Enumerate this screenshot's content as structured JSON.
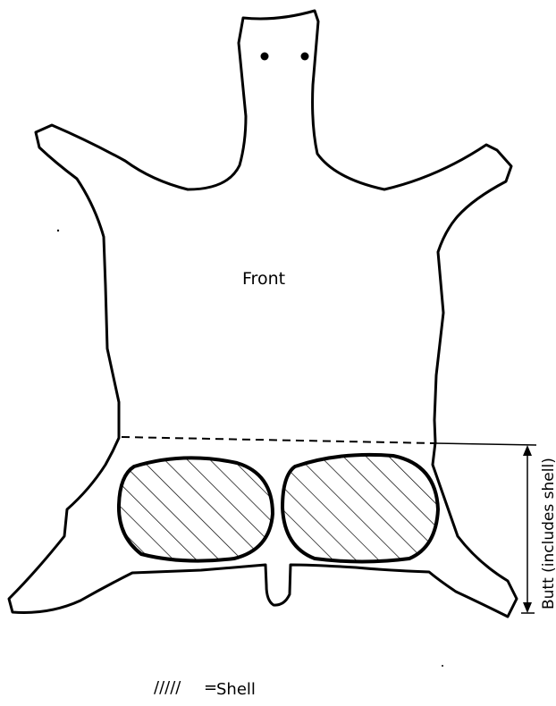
{
  "diagram": {
    "region_label": "Front",
    "butt_label": "Butt (includes shell)",
    "legend": {
      "swatch": "/////",
      "equals": "=",
      "label": "Shell"
    }
  },
  "colors": {
    "ink": "#000000",
    "background": "#ffffff"
  }
}
